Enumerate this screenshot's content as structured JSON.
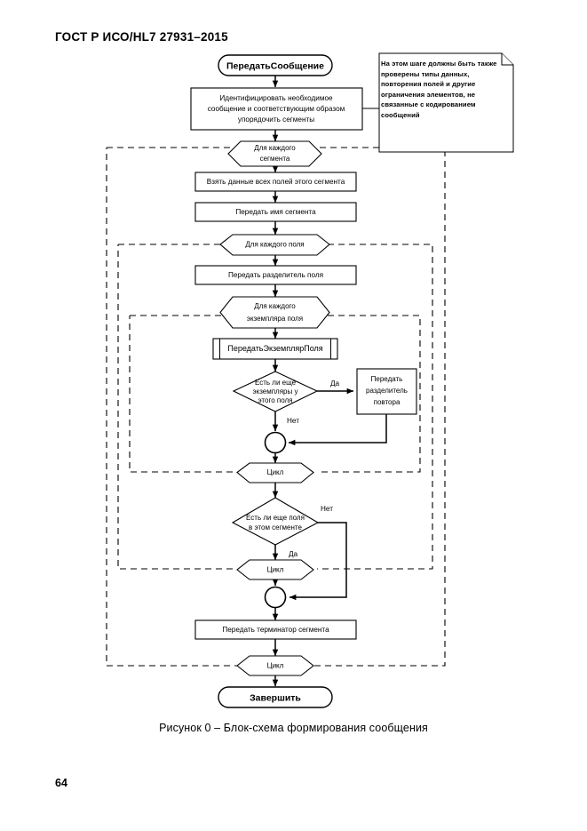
{
  "document": {
    "standard_header": "ГОСТ Р ИСО/HL7 27931–2015",
    "page_number": "64",
    "figure_caption": "Рисунок 0 – Блок-схема формирования сообщения"
  },
  "note": {
    "name": "note-callout",
    "text": "На этом шаге должны быть также проверены типы данных, повторения полей и другие ограничения элементов, не связанные с кодированием сообщений"
  },
  "flowchart": {
    "type": "flowchart",
    "title": "Блок-схема формирования сообщения",
    "nodes": {
      "start": {
        "label": "ПередатьСообщение",
        "shape": "terminator"
      },
      "identify": {
        "label_lines": [
          "Идентифицировать необходимое",
          "сообщение и соответствующим образом",
          "упорядочить сегменты"
        ],
        "shape": "process"
      },
      "for_each_segment": {
        "label_lines": [
          "Для каждого",
          "сегмента"
        ],
        "shape": "loop-start"
      },
      "take_fields": {
        "label_lines": [
          "Взять данные всех полей этого сегмента"
        ],
        "shape": "process"
      },
      "send_segment_name": {
        "label_lines": [
          "Передать имя сегмента"
        ],
        "shape": "process"
      },
      "for_each_field": {
        "label_lines": [
          "Для каждого поля"
        ],
        "shape": "loop-start"
      },
      "send_field_sep": {
        "label_lines": [
          "Передать разделитель поля"
        ],
        "shape": "process"
      },
      "for_each_instance": {
        "label_lines": [
          "Для каждого",
          "экземпляра поля"
        ],
        "shape": "loop-start"
      },
      "send_field_instance": {
        "label_lines": [
          "ПередатьЭкземплярПоля"
        ],
        "shape": "subroutine"
      },
      "more_instances": {
        "label_lines": [
          "Есть ли еще",
          "экземпляры у",
          "этого поля"
        ],
        "shape": "decision"
      },
      "send_repeat_sep": {
        "label_lines": [
          "Передать",
          "разделитель",
          "повтора"
        ],
        "shape": "process"
      },
      "junction_1": {
        "label": "",
        "shape": "connector"
      },
      "loop_end_instances": {
        "label_lines": [
          "Цикл"
        ],
        "shape": "loop-end"
      },
      "more_fields": {
        "label_lines": [
          "Есть ли еще  поля",
          "в этом сегменте"
        ],
        "shape": "decision"
      },
      "loop_end_fields": {
        "label_lines": [
          "Цикл"
        ],
        "shape": "loop-end"
      },
      "junction_2": {
        "label": "",
        "shape": "connector"
      },
      "send_segment_terminator": {
        "label_lines": [
          "Передать терминатор сегмента"
        ],
        "shape": "process"
      },
      "loop_end_segments": {
        "label_lines": [
          "Цикл"
        ],
        "shape": "loop-end"
      },
      "finish": {
        "label": "Завершить",
        "shape": "terminator"
      }
    },
    "edge_labels": {
      "instances_yes": "Да",
      "instances_no": "Нет",
      "fields_no": "Нет",
      "fields_yes": "Да"
    },
    "loop_frames": [
      {
        "name": "segment-loop-frame"
      },
      {
        "name": "field-loop-frame"
      },
      {
        "name": "instance-loop-frame"
      }
    ]
  }
}
